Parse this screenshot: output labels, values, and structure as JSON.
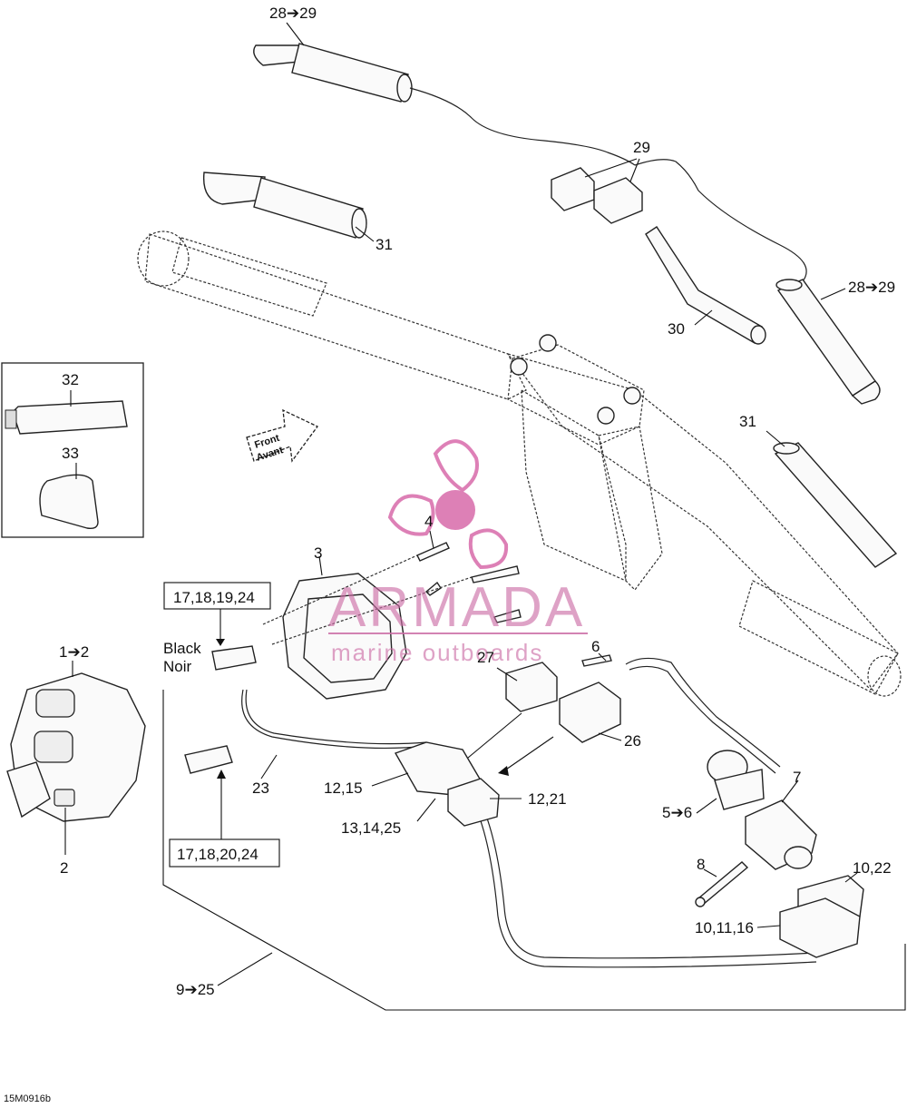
{
  "labels": {
    "p28_29_top": "28➔29",
    "p29": "29",
    "p31_left": "31",
    "p28_29_right": "28➔29",
    "p30": "30",
    "p32": "32",
    "p33": "33",
    "p31_right": "31",
    "p4": "4",
    "p3": "3",
    "p17_18_19_24": "17,18,19,24",
    "black": "Black",
    "noir": "Noir",
    "p1_2": "1➔2",
    "p2": "2",
    "p27": "27",
    "p6": "6",
    "p26": "26",
    "p23": "23",
    "p12_15": "12,15",
    "p12_21": "12,21",
    "p13_14_25": "13,14,25",
    "p17_18_20_24": "17,18,20,24",
    "p5_6": "5➔6",
    "p7": "7",
    "p8": "8",
    "p10_22": "10,22",
    "p10_11_16": "10,11,16",
    "p9_25": "9➔25",
    "front": "Front",
    "avant": "Avant",
    "doc_code": "15M0916b"
  },
  "watermark": {
    "brand": "ARMADA",
    "tagline": "marine outboards",
    "color": "#cc6ea6"
  }
}
